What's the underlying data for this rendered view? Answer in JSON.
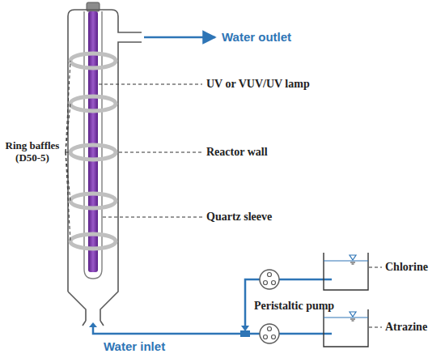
{
  "diagram": {
    "labels": [
      "Water outlet",
      "UV or VUV/UV lamp",
      "Ring baffles (D50-5)",
      "Reactor wall",
      "Quartz sleeve",
      "Peristaltic pump",
      "Chlorine",
      "Atrazine",
      "Water inlet"
    ]
  }
}
